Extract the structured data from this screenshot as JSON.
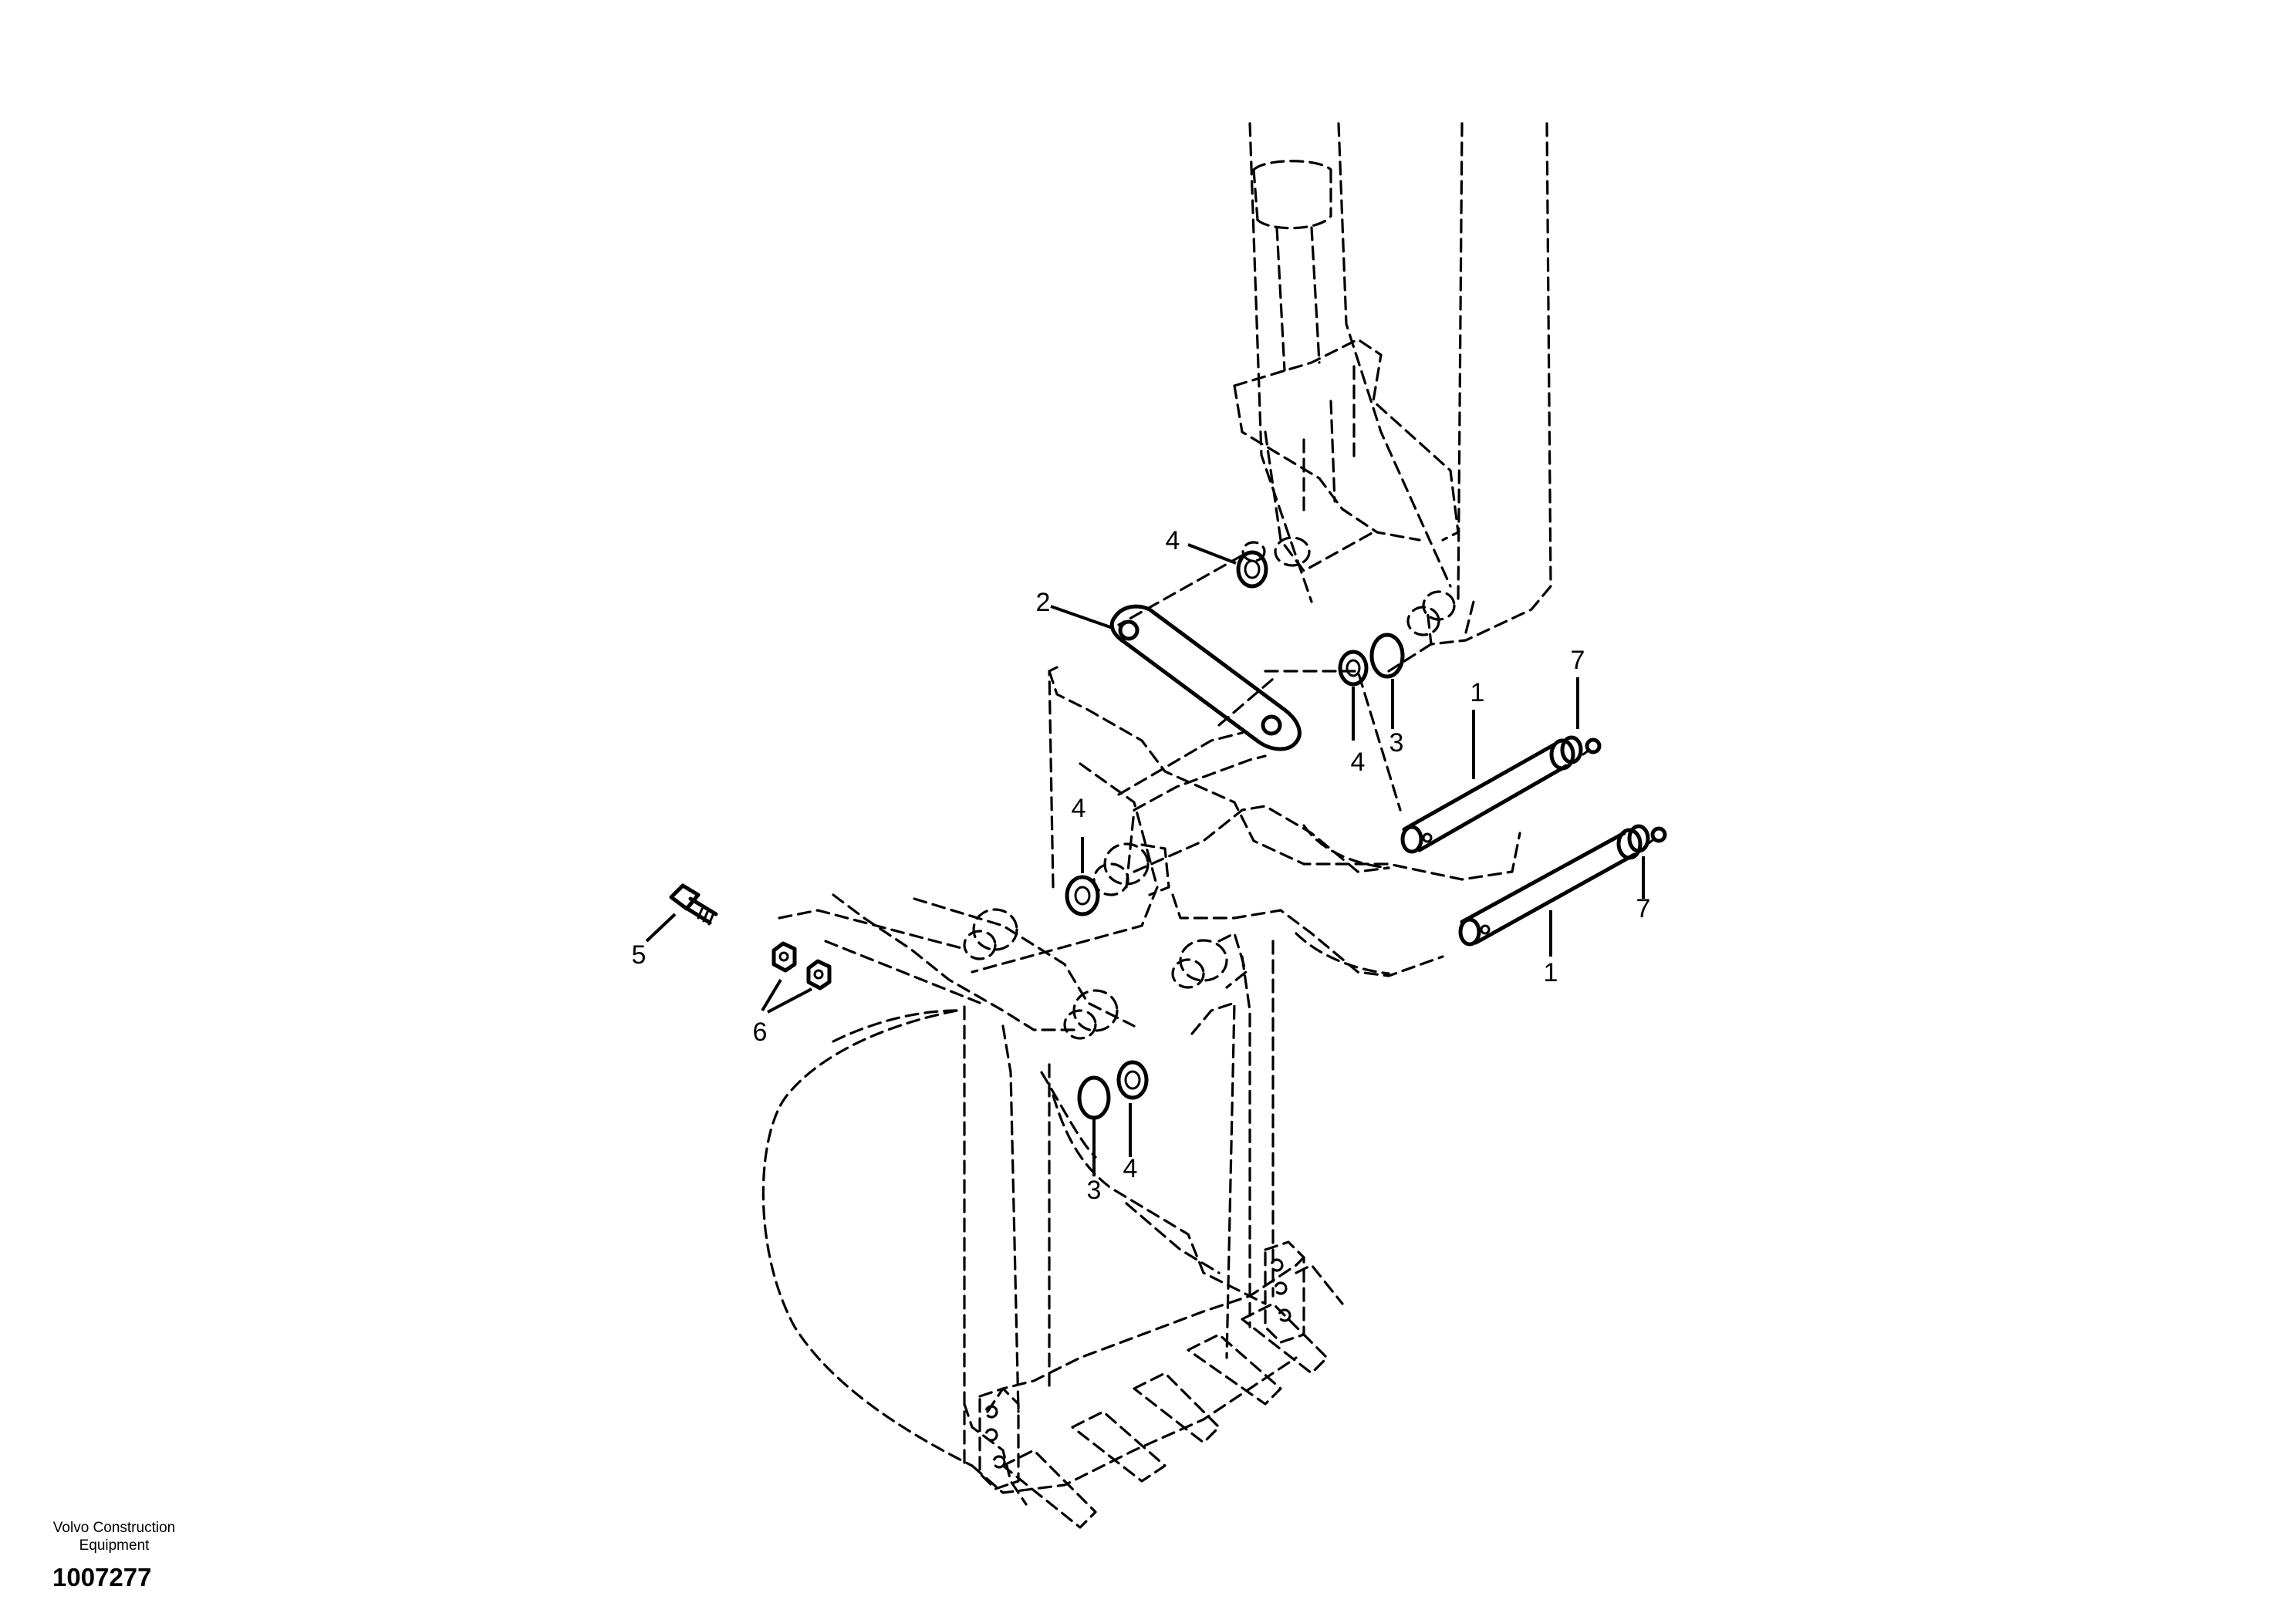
{
  "footer": {
    "brand_line1": "Volvo Construction",
    "brand_line2": "Equipment",
    "drawing_number": "1007277"
  },
  "callouts": {
    "c1a": "1",
    "c1b": "1",
    "c2": "2",
    "c3a": "3",
    "c3b": "3",
    "c4a": "4",
    "c4b": "4",
    "c4c": "4",
    "c4d": "4",
    "c5": "5",
    "c6": "6",
    "c7a": "7",
    "c7b": "7"
  }
}
